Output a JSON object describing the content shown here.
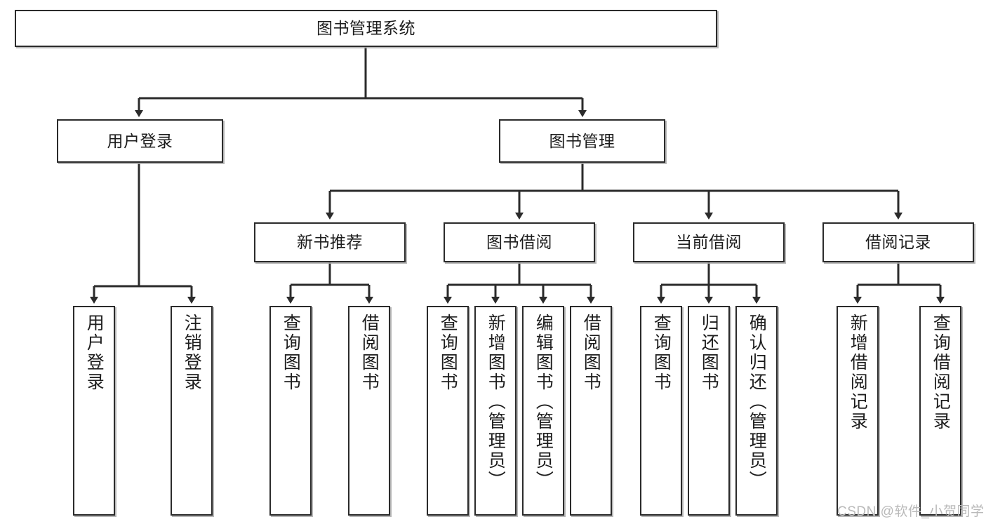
{
  "diagram": {
    "type": "tree-hierarchy",
    "title": "图书管理系统",
    "watermark": "CSDN @软件_小贺同学",
    "colors": {
      "box_border": "#2b2b2b",
      "box_fill": "#ffffff",
      "connector": "#2b2b2b",
      "text": "#1d1d1d",
      "watermark": "#b9b9b9"
    },
    "nodes": {
      "root": {
        "label": "图书管理系统"
      },
      "level2": [
        {
          "label": "用户登录"
        },
        {
          "label": "图书管理"
        }
      ],
      "level3": [
        {
          "label": "新书推荐"
        },
        {
          "label": "图书借阅"
        },
        {
          "label": "当前借阅"
        },
        {
          "label": "借阅记录"
        }
      ],
      "leaves": {
        "user_login": [
          {
            "label": "用户登录"
          },
          {
            "label": "注销登录"
          }
        ],
        "new_book_recommend": [
          {
            "label": "查询图书"
          },
          {
            "label": "借阅图书"
          }
        ],
        "book_borrow": [
          {
            "label": "查询图书"
          },
          {
            "label": "新增图书（管理员）"
          },
          {
            "label": "编辑图书（管理员）"
          },
          {
            "label": "借阅图书"
          }
        ],
        "current_borrow": [
          {
            "label": "查询图书"
          },
          {
            "label": "归还图书"
          },
          {
            "label": "确认归还（管理员）"
          }
        ],
        "borrow_record": [
          {
            "label": "新增借阅记录"
          },
          {
            "label": "查询借阅记录"
          }
        ]
      }
    }
  }
}
